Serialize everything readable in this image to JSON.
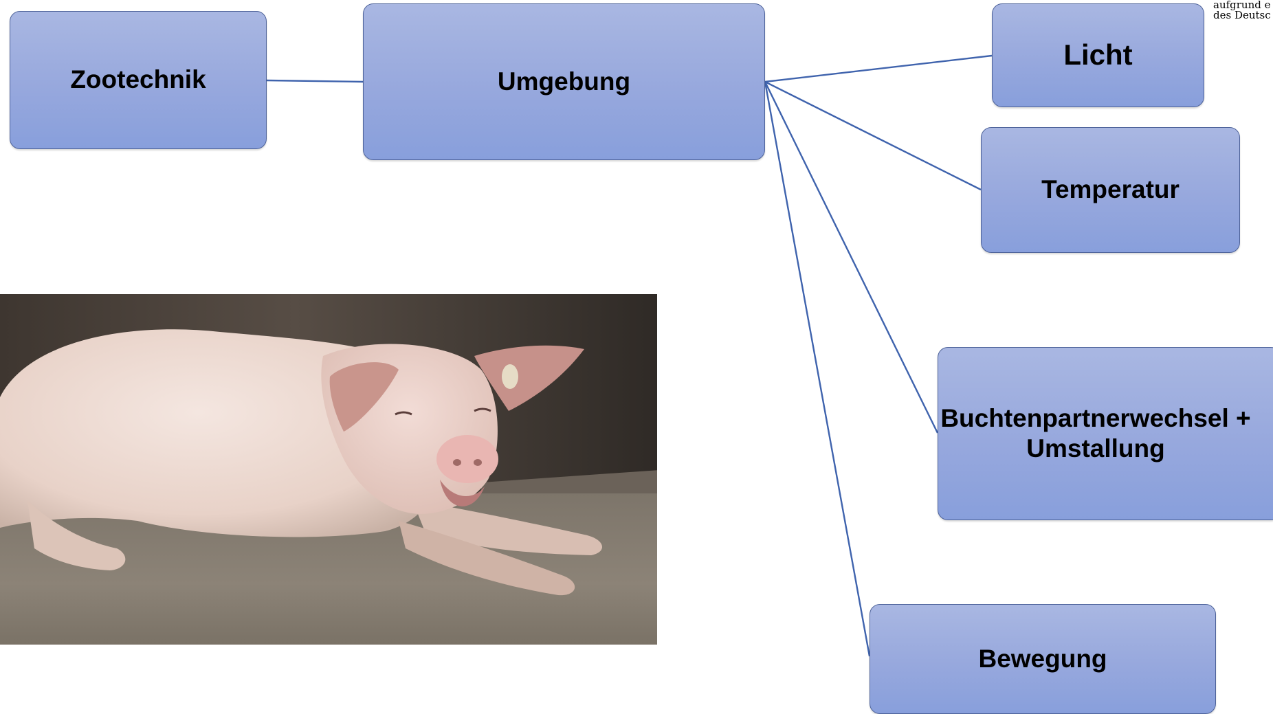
{
  "diagram": {
    "nodes": {
      "zootechnik": "Zootechnik",
      "umgebung": "Umgebung",
      "licht": "Licht",
      "temperatur": "Temperatur",
      "buchten_line1": "Buchtenpartnerwechsel +",
      "buchten_line2": "Umstallung",
      "bewegung": "Bewegung"
    },
    "edges": [
      [
        "Zootechnik",
        "Umgebung"
      ],
      [
        "Umgebung",
        "Licht"
      ],
      [
        "Umgebung",
        "Temperatur"
      ],
      [
        "Umgebung",
        "Buchtenpartnerwechsel + Umstallung"
      ],
      [
        "Umgebung",
        "Bewegung"
      ]
    ],
    "colors": {
      "node_fill_top": "#a9b7e2",
      "node_fill_bottom": "#889fdc",
      "node_border": "#4d6299",
      "connector": "#3f63ad"
    }
  },
  "corner_text": {
    "line1": "aufgrund e",
    "line2": "des Deutsc"
  }
}
